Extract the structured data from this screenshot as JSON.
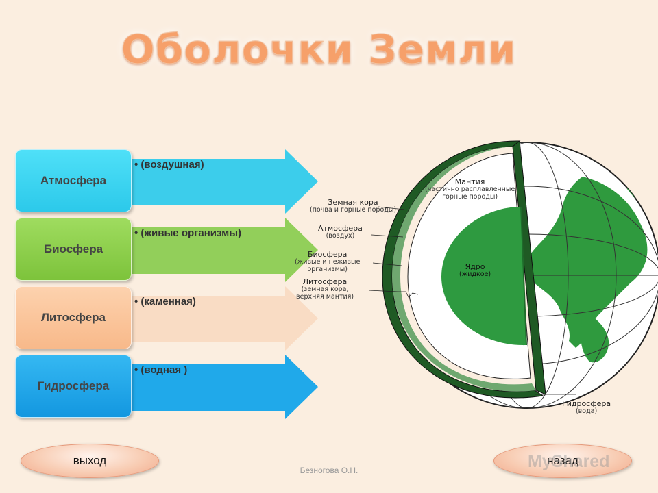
{
  "title": "Оболочки Земли",
  "spheres": [
    {
      "name": "Атмосфера",
      "note": "(воздушная)",
      "box_color": "#36d6f4",
      "arrow_color": "#3ccdeb"
    },
    {
      "name": "Биосфера",
      "note": "(живые организмы)",
      "box_color": "#8fd24c",
      "arrow_color": "#92cf5a"
    },
    {
      "name": "Литосфера",
      "note": "(каменная)",
      "box_color": "#fbc79e",
      "arrow_color": "#f9d8bd"
    },
    {
      "name": "Гидросфера",
      "note": "(водная )",
      "box_color": "#1ba8ec",
      "arrow_color": "#20a9ea"
    }
  ],
  "diagram": {
    "mantle": {
      "title": "Мантия",
      "sub1": "(частично расплавленные",
      "sub2": "горные породы)"
    },
    "crust": {
      "title": "Земная кора",
      "sub": "(почва и горные породы)"
    },
    "atmosphere": {
      "title": "Атмосфера",
      "sub": "(воздух)"
    },
    "biosphere": {
      "title": "Биосфера",
      "sub1": "(живые и неживые",
      "sub2": "организмы)"
    },
    "lithosphere": {
      "title": "Литосфера",
      "sub1": "(земная кора,",
      "sub2": "верхняя мантия)"
    },
    "core": {
      "title": "Ядро",
      "sub": "(жидкое)"
    },
    "hydrosphere": {
      "title": "Гидросфера",
      "sub": "(вода)"
    }
  },
  "buttons": {
    "exit": "выход",
    "back": "назад"
  },
  "author": "Безногова О.Н.",
  "watermark": "MyShared"
}
